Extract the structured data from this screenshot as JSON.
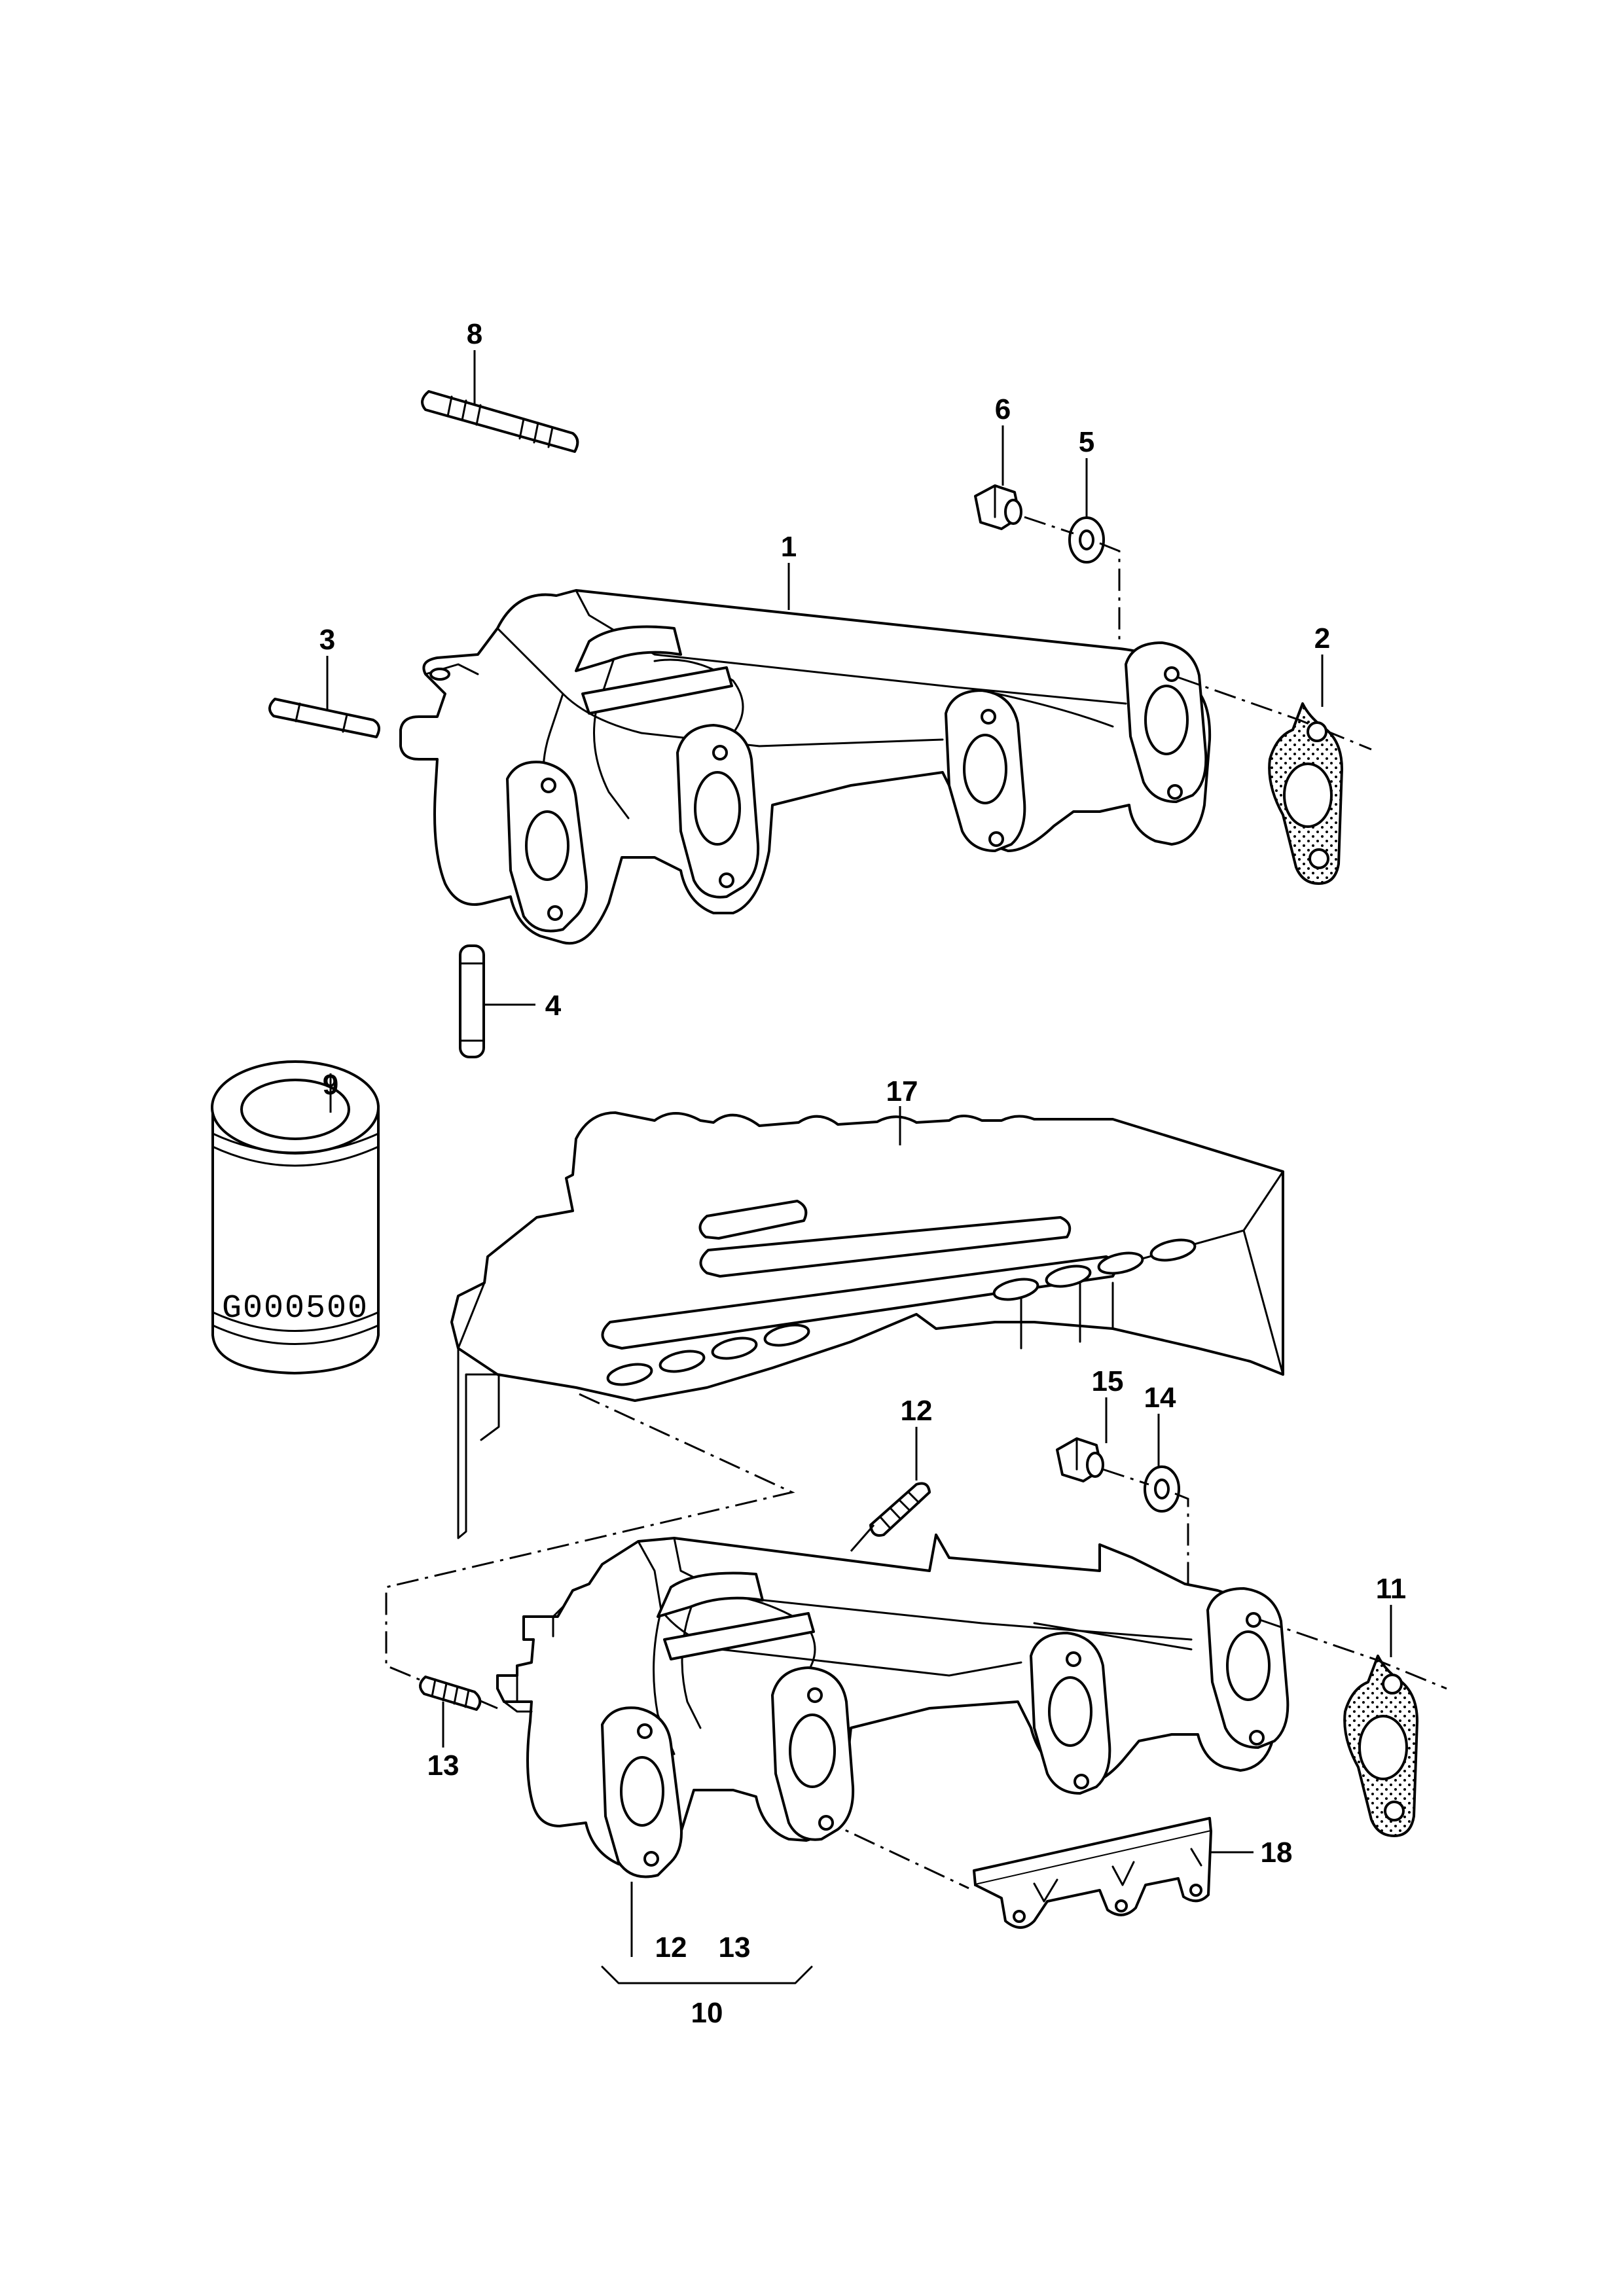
{
  "callouts": {
    "c1": "1",
    "c2": "2",
    "c3": "3",
    "c4": "4",
    "c5": "5",
    "c6": "6",
    "c8": "8",
    "c9": "9",
    "c10": "10",
    "c11": "11",
    "c12a": "12",
    "c12b": "12",
    "c13a": "13",
    "c13b": "13",
    "c14": "14",
    "c15": "15",
    "c17": "17",
    "c18": "18"
  },
  "sealant_can": {
    "code": "G000500"
  }
}
